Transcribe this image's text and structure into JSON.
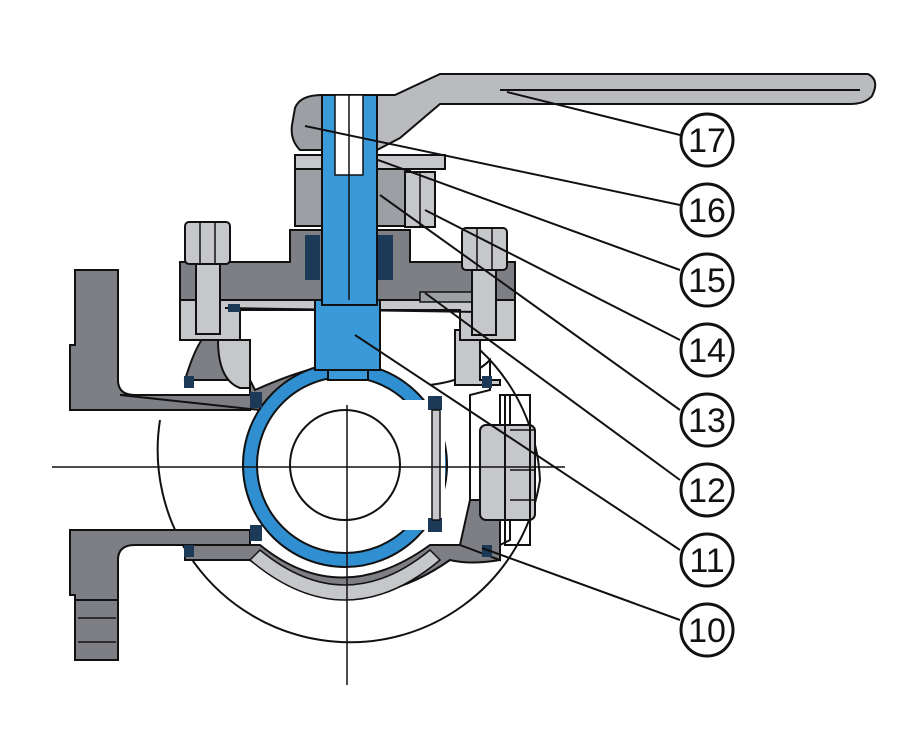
{
  "colors": {
    "body_dark": "#7d7f85",
    "body_mid": "#9c9fa4",
    "body_light": "#c5c7ca",
    "handle": "#b9bbbe",
    "stem_blue": "#3a9ad9",
    "ball_blue": "#2f8fd0",
    "seat_dark": "#1c3a57",
    "outline": "#111111"
  },
  "callouts": [
    {
      "id": "17",
      "label": "17"
    },
    {
      "id": "16",
      "label": "16"
    },
    {
      "id": "15",
      "label": "15"
    },
    {
      "id": "14",
      "label": "14"
    },
    {
      "id": "13",
      "label": "13"
    },
    {
      "id": "12",
      "label": "12"
    },
    {
      "id": "11",
      "label": "11"
    },
    {
      "id": "10",
      "label": "10"
    }
  ]
}
